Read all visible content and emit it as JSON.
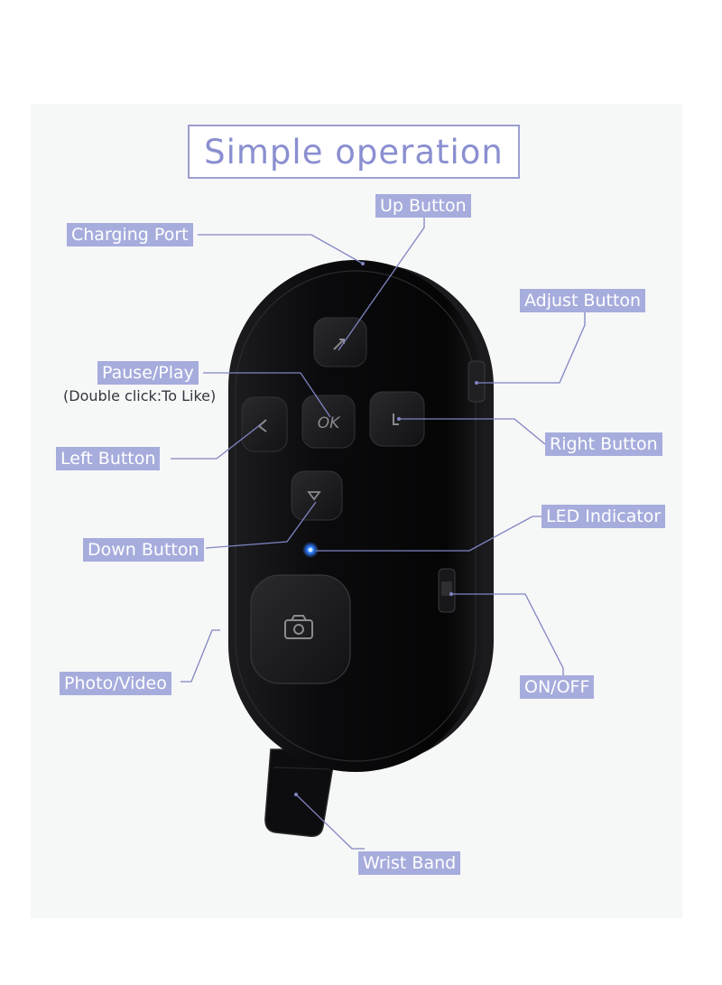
{
  "title": "Simple operation",
  "labels": {
    "up": "Up Button",
    "charging": "Charging Port",
    "adjust": "Adjust Button",
    "pause": "Pause/Play",
    "pause_note": "(Double click:To Like)",
    "right": "Right Button",
    "left": "Left Button",
    "led": "LED Indicator",
    "down": "Down Button",
    "onoff": "ON/OFF",
    "photo": "Photo/Video",
    "wrist": "Wrist Band"
  },
  "colors": {
    "label_bg": "#a6acdc",
    "title_text": "#8a8fd0",
    "leader_line": "#7f85c2",
    "device_body": "#0c0c0e",
    "led": "#2f7bff"
  },
  "icons": [
    "up-arrow-icon",
    "ok-icon",
    "left-arrow-icon",
    "right-arrow-icon",
    "down-arrow-icon",
    "camera-icon"
  ]
}
